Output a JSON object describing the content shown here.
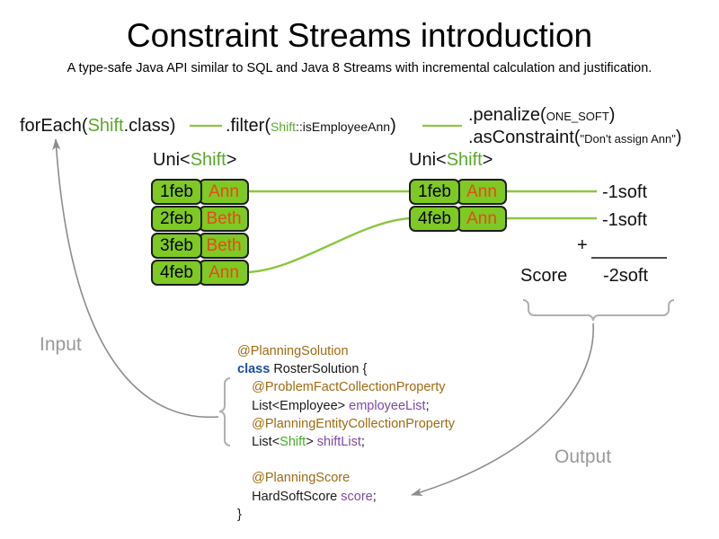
{
  "page": {
    "title": "Constraint Streams introduction",
    "subtitle": "A type-safe Java API similar to SQL and Java 8 Streams with incremental calculation and justification."
  },
  "pipeline": {
    "foreach": {
      "prefix": "forEach(",
      "type": "Shift",
      "suffix": ".class)"
    },
    "filter": {
      "prefix": ".filter(",
      "type": "Shift",
      "method": "::isEmployeeAnn",
      "suffix": ")"
    },
    "penalize": {
      "prefix": ".penalize(",
      "arg": "ONE_SOFT",
      "suffix": ")"
    },
    "as_constraint": {
      "prefix": ".asConstraint(",
      "arg": "\"Don't assign Ann\"",
      "suffix": ")"
    }
  },
  "streams": {
    "left": {
      "label_prefix": "Uni<",
      "label_type": "Shift",
      "label_suffix": ">",
      "rows": [
        {
          "date": "1feb",
          "employee": "Ann"
        },
        {
          "date": "2feb",
          "employee": "Beth"
        },
        {
          "date": "3feb",
          "employee": "Beth"
        },
        {
          "date": "4feb",
          "employee": "Ann"
        }
      ]
    },
    "right": {
      "label_prefix": "Uni<",
      "label_type": "Shift",
      "label_suffix": ">",
      "rows": [
        {
          "date": "1feb",
          "employee": "Ann"
        },
        {
          "date": "4feb",
          "employee": "Ann"
        }
      ]
    }
  },
  "score": {
    "penalties": [
      "-1soft",
      "-1soft"
    ],
    "operator": "+",
    "label": "Score",
    "total": "-2soft"
  },
  "flow": {
    "input_label": "Input",
    "output_label": "Output"
  },
  "code": {
    "lines": [
      {
        "text": "@PlanningSolution",
        "style": "ann",
        "indent": 0
      },
      {
        "text": "class RosterSolution {",
        "style": "mixed-class",
        "indent": 0
      },
      {
        "text": "@ProblemFactCollectionProperty",
        "style": "ann",
        "indent": 1
      },
      {
        "text": "List<Employee> employeeList;",
        "style": "field",
        "indent": 1
      },
      {
        "text": "@PlanningEntityCollectionProperty",
        "style": "ann",
        "indent": 1
      },
      {
        "text": "List<Shift> shiftList;",
        "style": "field-shift",
        "indent": 1
      },
      {
        "text": "",
        "style": "blank",
        "indent": 0
      },
      {
        "text": "@PlanningScore",
        "style": "ann",
        "indent": 1
      },
      {
        "text": "HardSoftScore score;",
        "style": "field",
        "indent": 1
      },
      {
        "text": "}",
        "style": "plain",
        "indent": 0
      }
    ],
    "annotations": {
      "planning_solution": "@PlanningSolution",
      "problem_fact": "@ProblemFactCollectionProperty",
      "planning_entity": "@PlanningEntityCollectionProperty",
      "planning_score": "@PlanningScore"
    },
    "class_keyword": "class",
    "class_name": "RosterSolution {",
    "employee_list_type": "List<Employee> ",
    "employee_list_name": "employeeList",
    "shift_list_type_a": "List<",
    "shift_list_type_b": "Shift",
    "shift_list_type_c": "> ",
    "shift_list_name": "shiftList",
    "score_type": "HardSoftScore ",
    "score_name": "score",
    "semicolon": ";",
    "close_brace": "}"
  },
  "colors": {
    "shift_box_fill": "#7ec923",
    "shift_box_border": "#1d1d1d",
    "employee_text": "#e8491b",
    "connector_green": "#8cc63f",
    "type_green": "#5aa72b",
    "annotation_brown": "#a06a12",
    "keyword_blue": "#1a4f9c",
    "field_purple": "#7d4aa0",
    "flow_gray": "#9a9a9a"
  }
}
